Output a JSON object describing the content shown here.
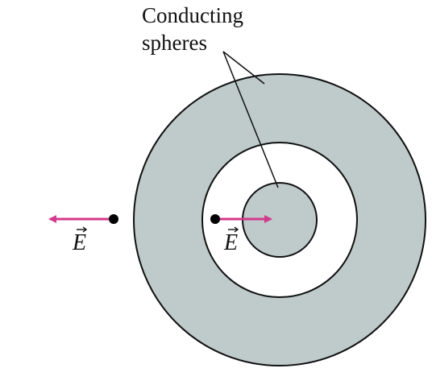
{
  "diagram": {
    "callout": {
      "line1": "Conducting",
      "line2": "spheres"
    },
    "field_labels": {
      "outer_point": "E",
      "inner_point": "E"
    },
    "colors": {
      "sphere_fill": "#bfcaca",
      "stroke": "#111111",
      "arrow": "#d33a8b",
      "point": "#000000",
      "background": "#ffffff"
    }
  }
}
